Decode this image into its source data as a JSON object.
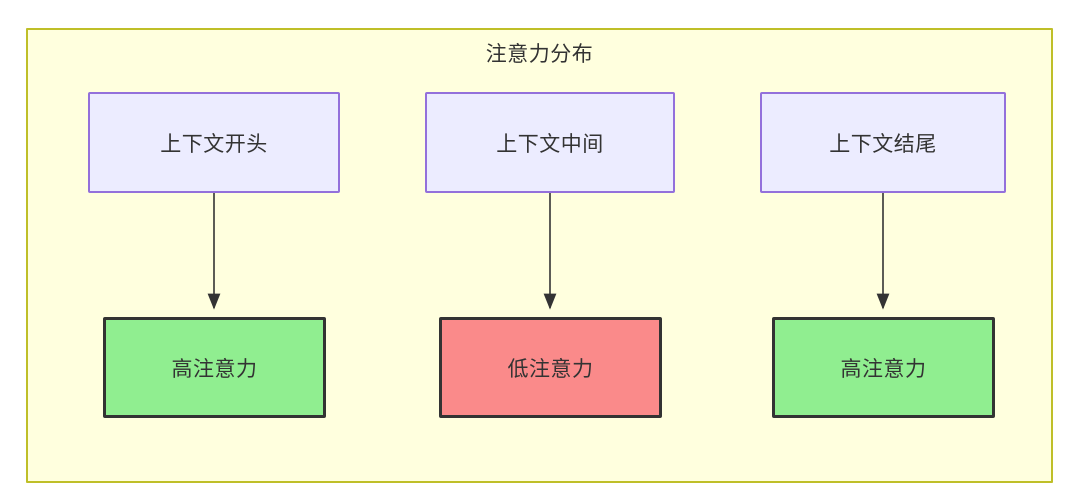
{
  "diagram": {
    "title": "注意力分布",
    "frame_border_color": "#bfbf28",
    "frame_fill_color": "#ffffde",
    "text_color": "#333333"
  },
  "nodes": {
    "top": [
      {
        "id": "context-start",
        "label": "上下文开头",
        "fill": "#ececff",
        "border": "#9370db"
      },
      {
        "id": "context-middle",
        "label": "上下文中间",
        "fill": "#ececff",
        "border": "#9370db"
      },
      {
        "id": "context-end",
        "label": "上下文结尾",
        "fill": "#ececff",
        "border": "#9370db"
      }
    ],
    "bottom": [
      {
        "id": "attention-high-start",
        "label": "高注意力",
        "fill": "#90ee90",
        "border": "#333333"
      },
      {
        "id": "attention-low-middle",
        "label": "低注意力",
        "fill": "#fa8a8a",
        "border": "#333333"
      },
      {
        "id": "attention-high-end",
        "label": "高注意力",
        "fill": "#90ee90",
        "border": "#333333"
      }
    ]
  },
  "edges": [
    {
      "from": "context-start",
      "to": "attention-high-start",
      "style": "solid-arrow"
    },
    {
      "from": "context-middle",
      "to": "attention-low-middle",
      "style": "solid-arrow"
    },
    {
      "from": "context-end",
      "to": "attention-high-end",
      "style": "solid-arrow"
    }
  ]
}
